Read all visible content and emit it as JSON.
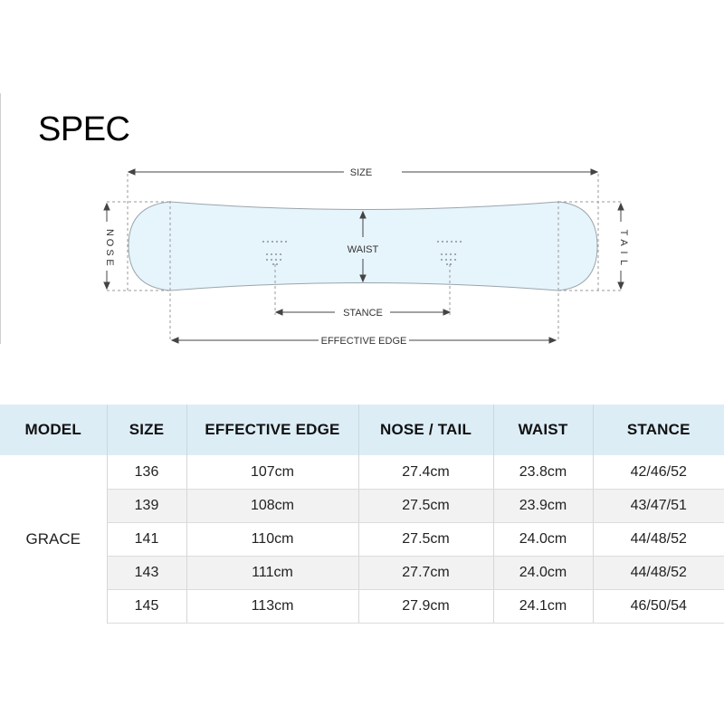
{
  "title": "SPEC",
  "diagram": {
    "size": "SIZE",
    "nose": [
      "N",
      "O",
      "S",
      "E"
    ],
    "tail": [
      "T",
      "A",
      "I",
      "L"
    ],
    "waist": "WAIST",
    "stance": "STANCE",
    "effective_edge": "EFFECTIVE EDGE",
    "board_fill": "#e6f4fb"
  },
  "table": {
    "headers": [
      "MODEL",
      "SIZE",
      "EFFECTIVE EDGE",
      "NOSE  / TAIL",
      "WAIST",
      "STANCE"
    ],
    "model": "GRACE",
    "rows": [
      {
        "size": "136",
        "edge": "107cm",
        "nose_tail": "27.4cm",
        "waist": "23.8cm",
        "stance": "42/46/52"
      },
      {
        "size": "139",
        "edge": "108cm",
        "nose_tail": "27.5cm",
        "waist": "23.9cm",
        "stance": "43/47/51"
      },
      {
        "size": "141",
        "edge": "110cm",
        "nose_tail": "27.5cm",
        "waist": "24.0cm",
        "stance": "44/48/52"
      },
      {
        "size": "143",
        "edge": "111cm",
        "nose_tail": "27.7cm",
        "waist": "24.0cm",
        "stance": "44/48/52"
      },
      {
        "size": "145",
        "edge": "113cm",
        "nose_tail": "27.9cm",
        "waist": "24.1cm",
        "stance": "46/50/54"
      }
    ],
    "header_bg": "#dcedf6",
    "alt_row_bg": "#f2f2f2"
  }
}
